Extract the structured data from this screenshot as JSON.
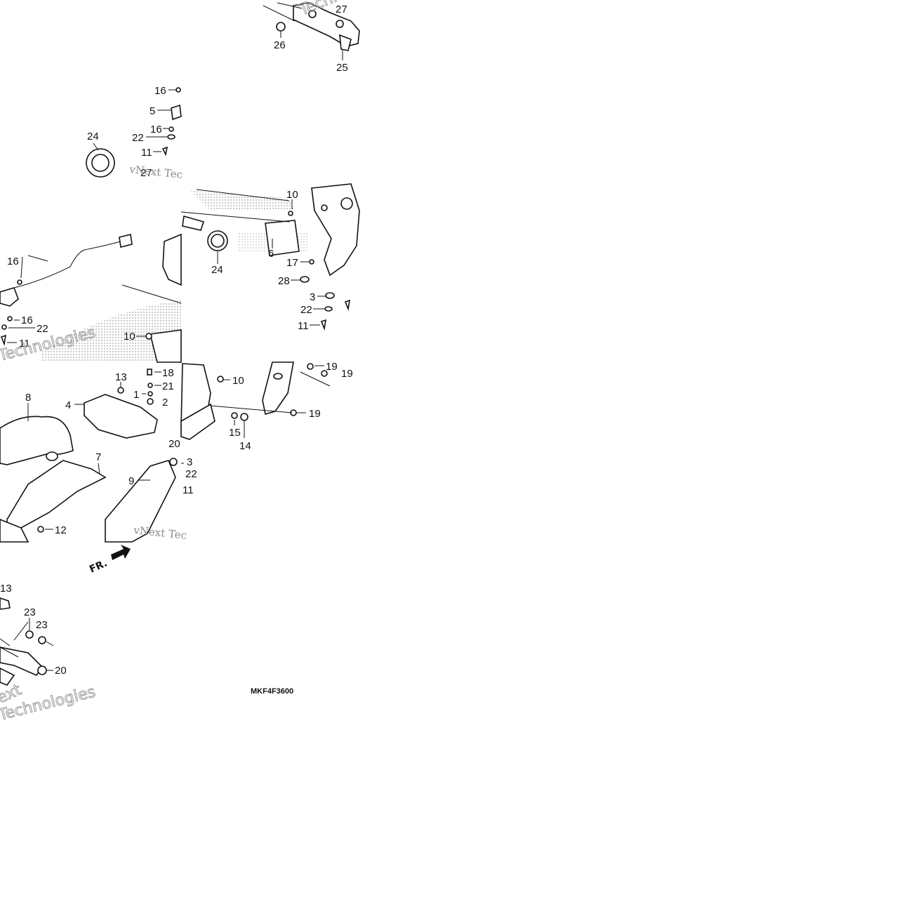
{
  "diagram": {
    "code": "MKF4F3600",
    "front_label": "FR.",
    "watermark": {
      "line_a": "vNext Tec",
      "line_b": "Technologies",
      "line_c": "ext"
    },
    "callouts": {
      "n1": "1",
      "n2": "2",
      "n3": "3",
      "n4": "4",
      "n5": "5",
      "n6": "6",
      "n7": "7",
      "n8": "8",
      "n9": "9",
      "n10": "10",
      "n11": "11",
      "n12": "12",
      "n13": "13",
      "n14": "14",
      "n15": "15",
      "n16": "16",
      "n17": "17",
      "n18": "18",
      "n19": "19",
      "n20": "20",
      "n21": "21",
      "n22": "22",
      "n23": "23",
      "n24": "24",
      "n25": "25",
      "n26": "26",
      "n27": "27",
      "n28": "28"
    }
  }
}
